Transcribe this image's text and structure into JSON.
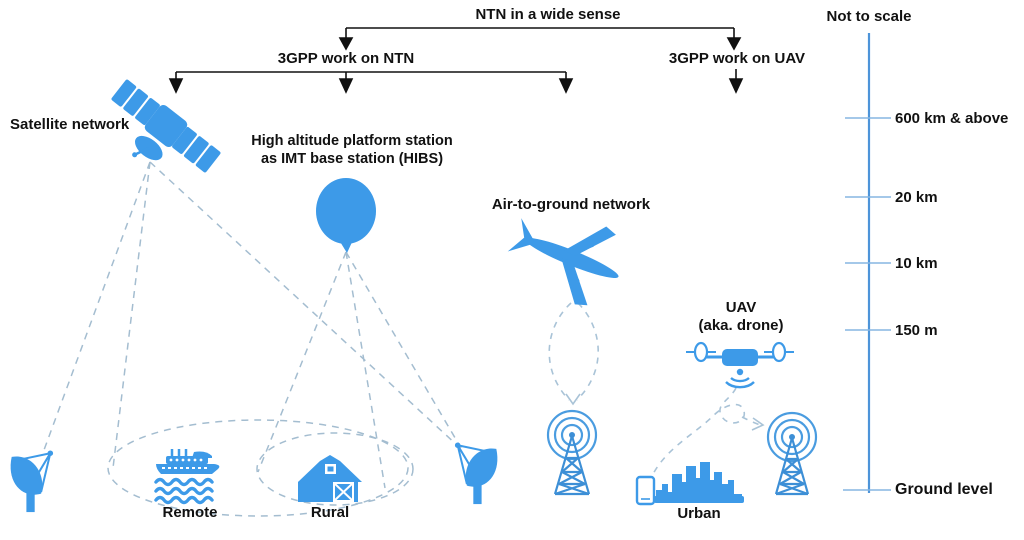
{
  "figure": {
    "description": "NTN (non-terrestrial network) architecture overview diagram with altitude scale"
  },
  "colors": {
    "icon_blue": "#3d9ae8",
    "outline_blue": "#4a9ce0",
    "dashed_blue": "#a4bdd0",
    "scale_axis_blue": "#4d94d9",
    "text_black": "#111111"
  },
  "header": {
    "ntn_wide": "NTN in a wide sense",
    "work_ntn": "3GPP work on NTN",
    "work_uav": "3GPP work on UAV",
    "not_to_scale": "Not to scale"
  },
  "labels": {
    "satellite": "Satellite network",
    "hibs_line1": "High altitude platform station",
    "hibs_line2": "as IMT base station (HIBS)",
    "air_to_ground": "Air-to-ground network",
    "uav": "UAV",
    "uav_sub": "(aka. drone)",
    "remote": "Remote",
    "rural": "Rural",
    "urban": "Urban"
  },
  "scale": {
    "ticks": [
      {
        "label": "600 km & above"
      },
      {
        "label": "20 km"
      },
      {
        "label": "10 km"
      },
      {
        "label": "150 m"
      }
    ],
    "ground_label": "Ground level"
  }
}
